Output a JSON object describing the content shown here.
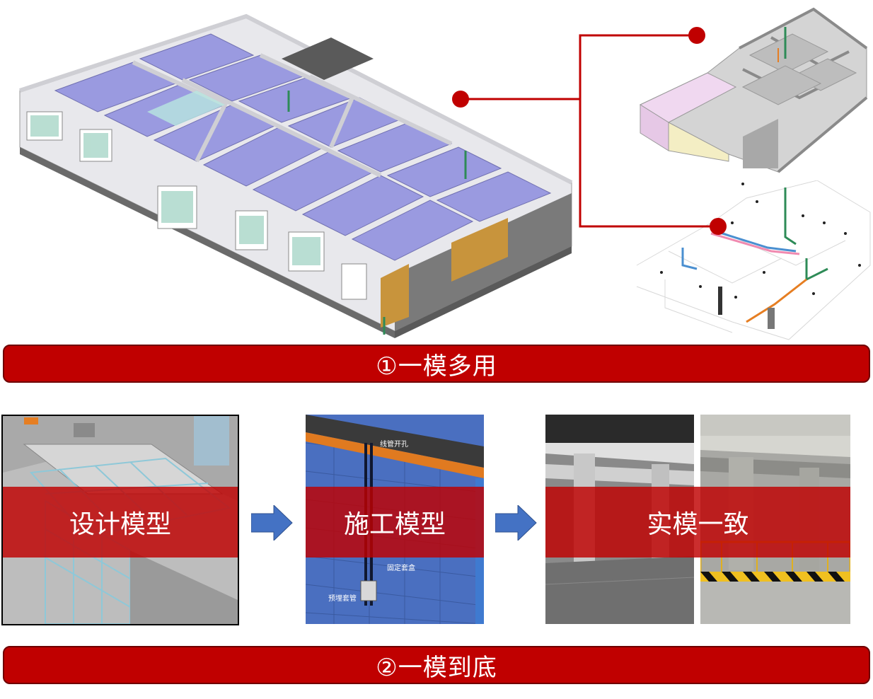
{
  "top": {
    "banner_label": "①一模多用"
  },
  "bottom": {
    "banner_label": "②一模到底",
    "stages": {
      "design": "设计模型",
      "construction": "施工模型",
      "reality": "实模一致"
    },
    "construction_callouts": {
      "top": "线管开孔",
      "middle": "固定套盒",
      "bottom": "预埋套管"
    }
  },
  "colors": {
    "banner": "#c00000",
    "banner_border": "#6f0000",
    "connector": "#c00000",
    "arrow": "#4472c4",
    "wall_purple": "#9a9ae0",
    "wall_blue": "#4a6fc0"
  }
}
